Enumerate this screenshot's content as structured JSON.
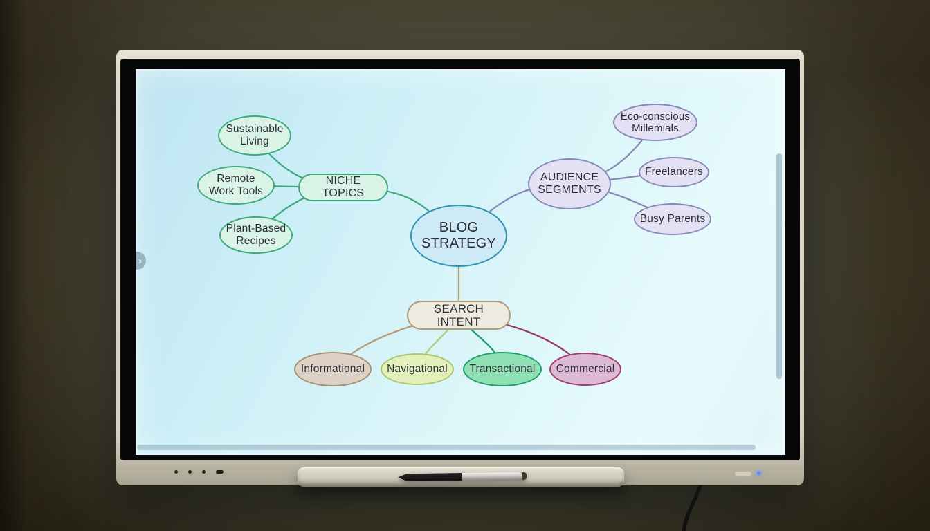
{
  "device": {
    "led_color": "#5b8cff",
    "handle_icon": "›"
  },
  "mindmap": {
    "nodes": {
      "center": {
        "label": "BLOG STRATEGY",
        "fill": "#cdeaf6",
        "stroke": "#2e93ae"
      },
      "niche": {
        "label": "NICHE TOPICS",
        "fill": "#d9f4e7",
        "stroke": "#3fa97d"
      },
      "sustainable": {
        "label": "Sustainable Living",
        "fill": "#d9f4e7",
        "stroke": "#3fa97d"
      },
      "remote": {
        "label": "Remote Work Tools",
        "fill": "#d9f4e7",
        "stroke": "#3fa97d"
      },
      "plant": {
        "label": "Plant-Based Recipes",
        "fill": "#d9f4e7",
        "stroke": "#3fa97d"
      },
      "audience": {
        "label": "AUDIENCE SEGMENTS",
        "fill": "#e2e2f4",
        "stroke": "#8a88b6"
      },
      "eco": {
        "label": "Eco-conscious Millemials",
        "fill": "#e2e2f4",
        "stroke": "#8a88b6"
      },
      "freelancers": {
        "label": "Freelancers",
        "fill": "#e2e2f4",
        "stroke": "#8a88b6"
      },
      "busy": {
        "label": "Busy Parents",
        "fill": "#e2e2f4",
        "stroke": "#8a88b6"
      },
      "intent": {
        "label": "SEARCH INTENT",
        "fill": "#edebe0",
        "stroke": "#b1997a"
      },
      "informational": {
        "label": "Informational",
        "fill": "#ddd2c5",
        "stroke": "#a8916e"
      },
      "navigational": {
        "label": "Navigational",
        "fill": "#e3f0bc",
        "stroke": "#a9c86b"
      },
      "transactional": {
        "label": "Transactional",
        "fill": "#8fe0b2",
        "stroke": "#209e6c"
      },
      "commercial": {
        "label": "Commercial",
        "fill": "#dcb9d5",
        "stroke": "#a23a6a"
      }
    },
    "connectors": {
      "niche": "#3fa97d",
      "audience": "#8a88b6",
      "intent": "#b59c77",
      "informational": "#b59c77",
      "navigational": "#b3cf72",
      "transactional": "#209e6c",
      "commercial": "#9c3a64"
    }
  }
}
